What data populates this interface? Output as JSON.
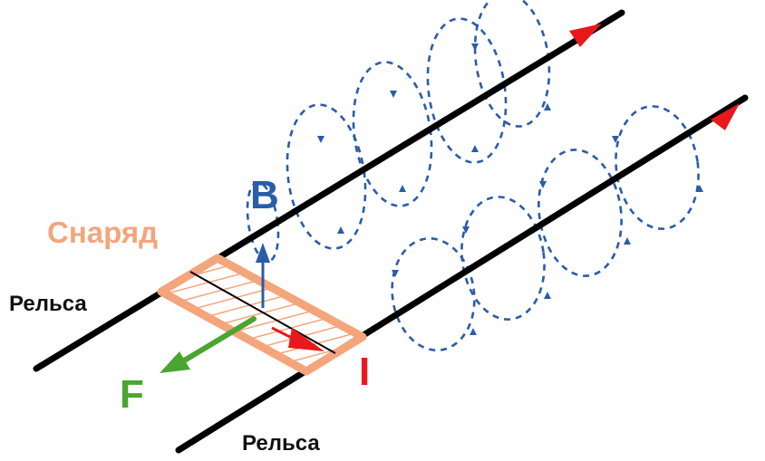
{
  "labels": {
    "projectile": "Снаряд",
    "rail_upper": "Рельса",
    "rail_lower": "Рельса",
    "field": "B",
    "force": "F",
    "current": "I"
  },
  "colors": {
    "rail": "#000000",
    "field": "#2a5ca8",
    "current": "#e8191c",
    "force": "#4aa531",
    "projectile": "#f4a57c",
    "rail_label": "#111111"
  }
}
